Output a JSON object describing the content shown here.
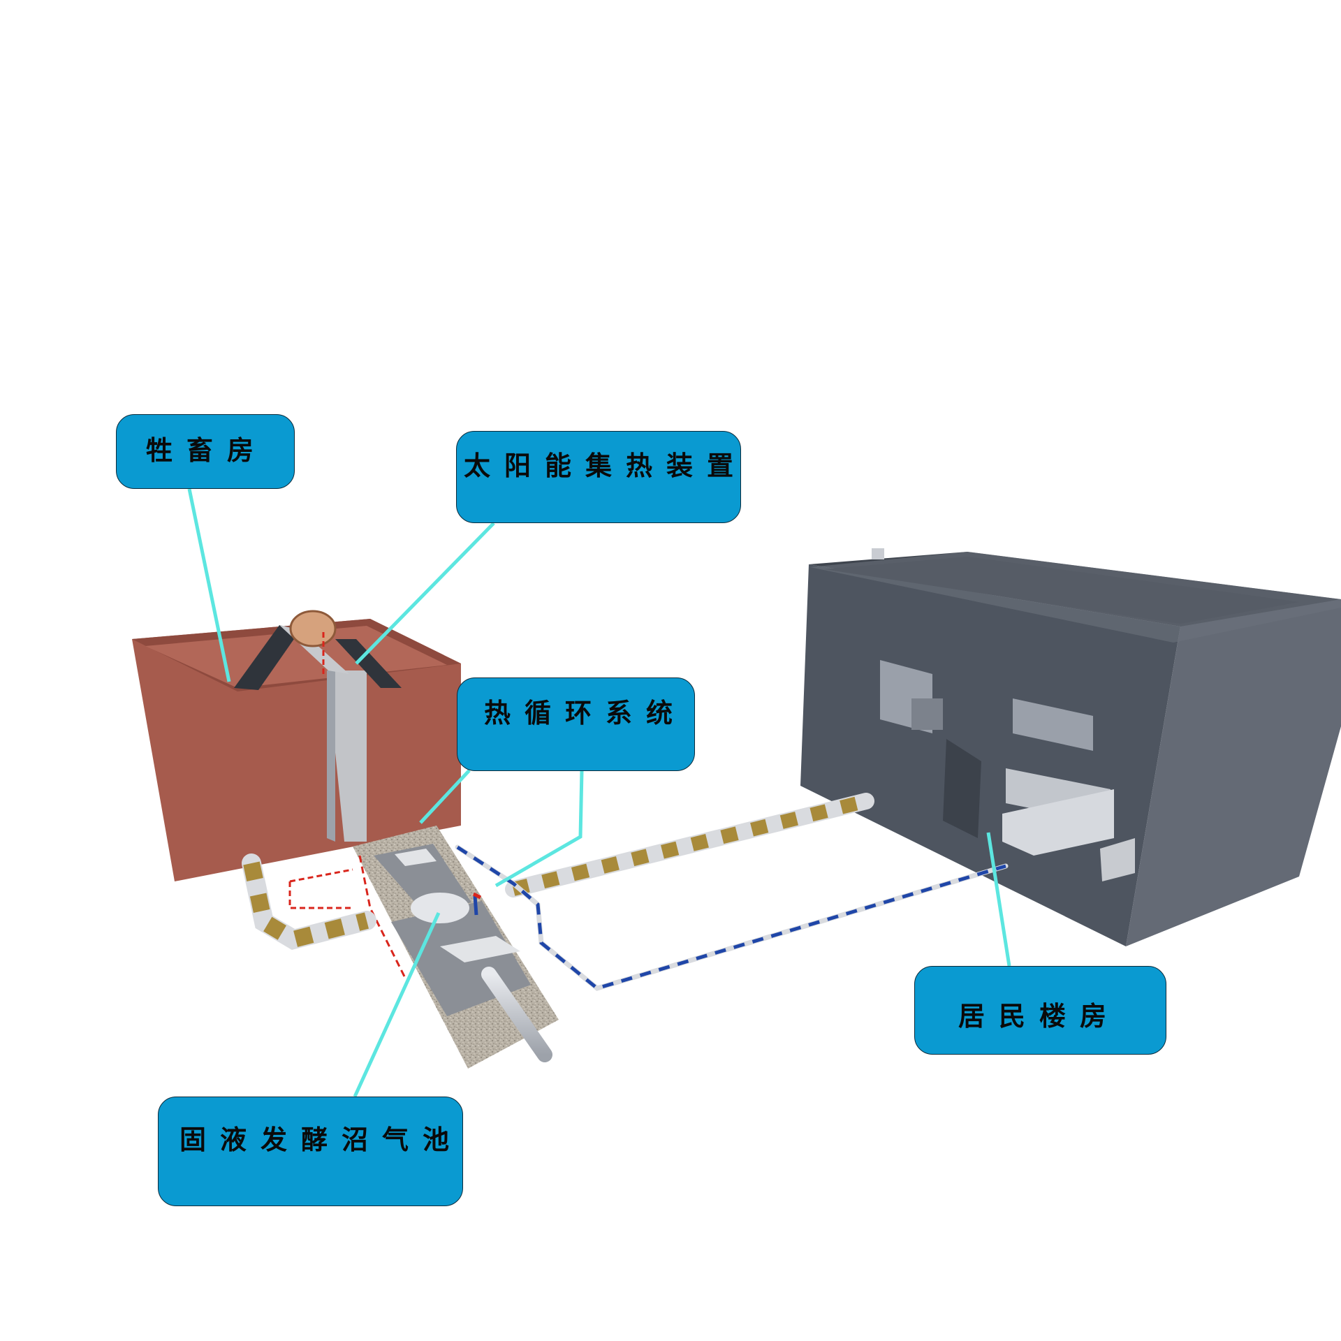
{
  "labels": {
    "livestock_house": "牲畜房",
    "solar_collector": "太阳能集热装置",
    "heat_circulation": "热循环系统",
    "residential_building": "居民楼房",
    "biogas_digester": "固液发酵沼气池"
  },
  "colors": {
    "label_fill": "#0a9ad1",
    "leader_line": "#5ce6e0",
    "livestock_house": "#a65b4d",
    "building": "#4e5560",
    "pipe_hot": "#d9251c",
    "pipe_cold": "#1f46a8",
    "pipe_gas": "#a88a3a"
  }
}
